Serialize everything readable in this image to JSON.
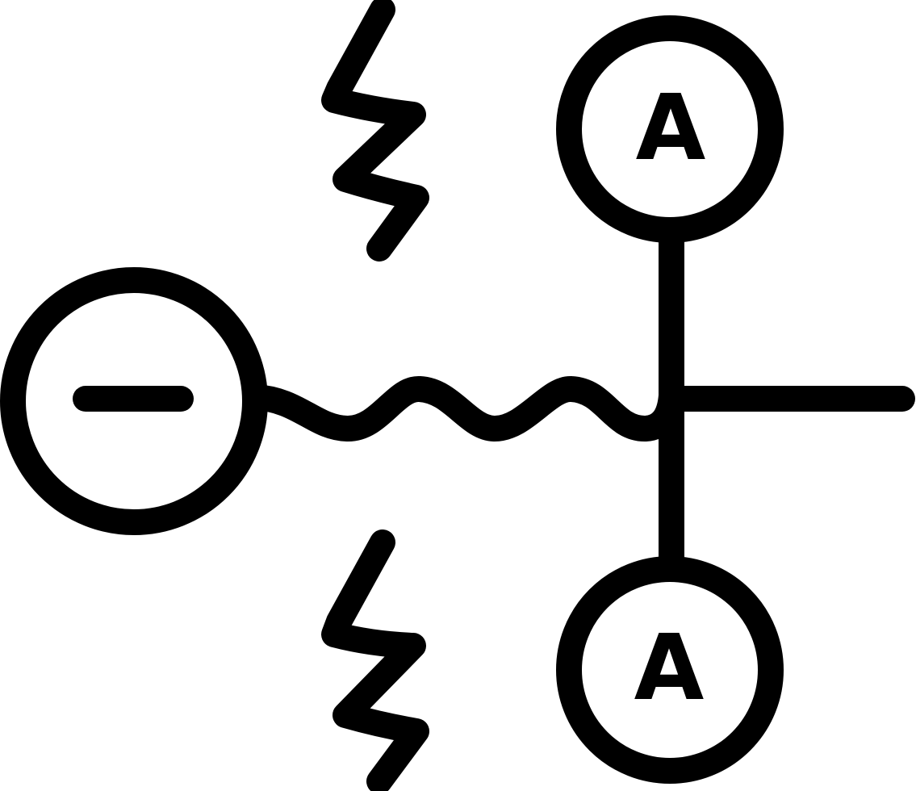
{
  "diagram": {
    "nodes": [
      {
        "id": "left",
        "symbol": "minus"
      },
      {
        "id": "top-right",
        "label": "A"
      },
      {
        "id": "bottom-right",
        "label": "A"
      }
    ],
    "decorations": [
      "lightning-bolt",
      "lightning-bolt"
    ],
    "colors": {
      "stroke": "#000000",
      "background": "#ffffff"
    }
  }
}
